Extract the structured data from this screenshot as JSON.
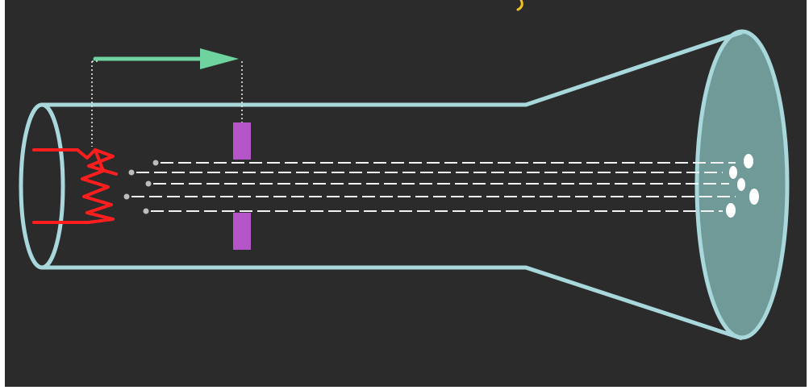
{
  "diagram": {
    "kind": "cathode-ray-tube",
    "colors": {
      "page_border": "#ffffff",
      "board": "#2b2b2b",
      "tube_outline": "#a9d8dc",
      "screen_fill": "#6f9a98",
      "filament": "#ff1e1e",
      "deflection_plate": "#b455c8",
      "arrow": "#6fd3a0",
      "ray": "#f2f2f2",
      "spot": "#ffffff",
      "chalk_mark": "#f0c020"
    },
    "elements": [
      {
        "name": "glass-tube",
        "description_visible": false
      },
      {
        "name": "heated-filament",
        "description_visible": false
      },
      {
        "name": "deflection-plates",
        "count": 2
      },
      {
        "name": "cathode-rays",
        "count": 5
      },
      {
        "name": "fluorescent-screen-spots",
        "count": 5
      },
      {
        "name": "direction-arrow",
        "points": "right"
      }
    ]
  }
}
